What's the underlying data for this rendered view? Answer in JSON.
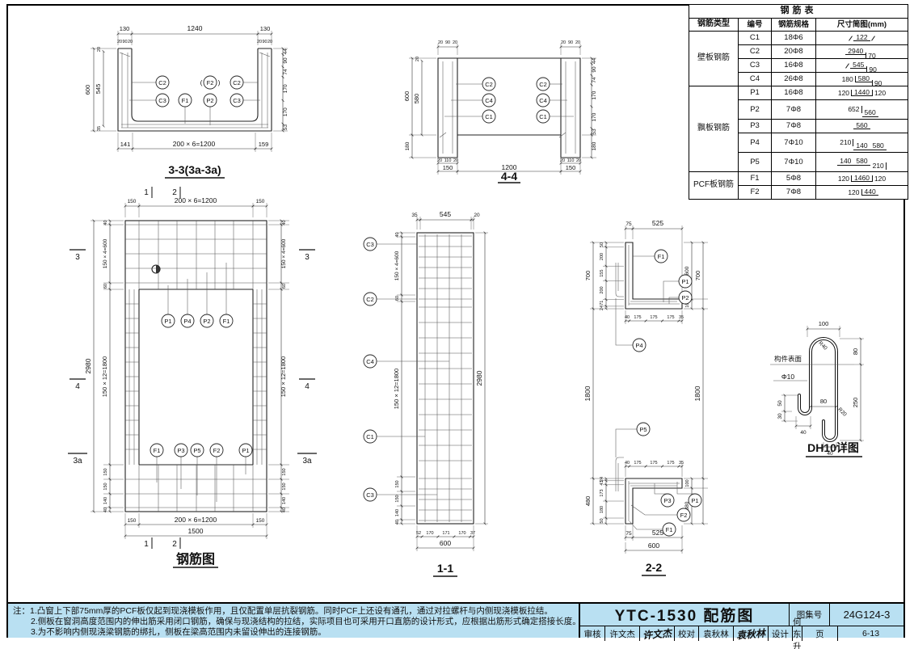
{
  "page": {
    "background": "#ffffff",
    "note_band_color": "#b9e0f2",
    "line_color": "#111111"
  },
  "table": {
    "title": "钢筋表",
    "headers": {
      "type": "钢筋类型",
      "id": "编号",
      "spec": "钢筋规格",
      "sketch": "尺寸简图(mm)"
    },
    "groups": [
      {
        "type": "壁板钢筋",
        "rows": [
          {
            "id": "C1",
            "spec": "18Φ6",
            "d": [
              "122"
            ]
          },
          {
            "id": "C2",
            "spec": "20Φ8",
            "d": [
              "2940",
              "70"
            ]
          },
          {
            "id": "C3",
            "spec": "16Φ8",
            "d": [
              "545",
              "90"
            ]
          },
          {
            "id": "C4",
            "spec": "26Φ8",
            "d": [
              "180",
              "580",
              "90"
            ]
          }
        ]
      },
      {
        "type": "飘板钢筋",
        "rows": [
          {
            "id": "P1",
            "spec": "16Φ8",
            "d": [
              "120",
              "1440",
              "120"
            ]
          },
          {
            "id": "P2",
            "spec": "7Φ8",
            "d": [
              "652",
              "560"
            ]
          },
          {
            "id": "P3",
            "spec": "7Φ8",
            "d": [
              "560"
            ]
          },
          {
            "id": "P4",
            "spec": "7Φ10",
            "d": [
              "210",
              "140",
              "580"
            ]
          },
          {
            "id": "P5",
            "spec": "7Φ10",
            "d": [
              "140",
              "580",
              "210"
            ]
          }
        ]
      },
      {
        "type": "PCF板钢筋",
        "rows": [
          {
            "id": "F1",
            "spec": "5Φ8",
            "d": [
              "120",
              "1460",
              "120"
            ]
          },
          {
            "id": "F2",
            "spec": "7Φ8",
            "d": [
              "120",
              "440"
            ]
          }
        ]
      }
    ]
  },
  "s33": {
    "title": "3-3(3a-3a)",
    "top": [
      "130",
      "1240",
      "130"
    ],
    "tiny": [
      "20",
      "90",
      "20"
    ],
    "left": [
      "600",
      "545",
      "20",
      "35"
    ],
    "right": [
      "44",
      "90",
      "74",
      "170",
      "170",
      "53"
    ],
    "bottom": [
      "141",
      "200 × 6=1200",
      "159"
    ],
    "labels": [
      "C2",
      "C3",
      "F1",
      "F2",
      "P2",
      "C2",
      "C3"
    ],
    "parens": [
      "(",
      ")"
    ]
  },
  "s44": {
    "title": "4-4",
    "tiny": [
      "20",
      "90",
      "20"
    ],
    "left": [
      "600",
      "580",
      "20",
      "180"
    ],
    "right": [
      "44",
      "90",
      "74",
      "170",
      "170",
      "53",
      "180"
    ],
    "btiny": [
      "20",
      "110",
      "20"
    ],
    "bottom": [
      "150",
      "1200",
      "150"
    ],
    "labels": [
      "C2",
      "C4",
      "C1"
    ]
  },
  "plan": {
    "title": "钢筋图",
    "top": [
      "150",
      "200 × 6=1200",
      "150"
    ],
    "bottom": [
      "150",
      "200 × 6=1200",
      "150",
      "1500"
    ],
    "left": [
      "40",
      "150 × 4=600",
      "60",
      "150 × 12=1800",
      "150",
      "150",
      "140",
      "40"
    ],
    "total": "2980",
    "marks": {
      "m1": "1",
      "m2": "2",
      "m3": "3",
      "m4": "4",
      "m3a": "3a"
    },
    "top_labels": [
      "P1",
      "P4",
      "P2",
      "F1"
    ],
    "bottom_labels": [
      "F1",
      "P3",
      "P5",
      "F2",
      "P1"
    ]
  },
  "s11": {
    "title": "1-1",
    "top": [
      "35",
      "545",
      "20"
    ],
    "left": [
      "40",
      "150 × 4=600",
      "60",
      "150 × 12=1800",
      "150",
      "150",
      "140",
      "40"
    ],
    "total": "2980",
    "bottom": [
      "52",
      "170",
      "171",
      "170",
      "37",
      "600"
    ],
    "labels": [
      "C3",
      "C2",
      "C4",
      "C1",
      "C3"
    ]
  },
  "s22": {
    "title": "2-2",
    "top": [
      "75",
      "525"
    ],
    "ls_top": [
      "50",
      "200",
      "155",
      "200",
      "71",
      "24"
    ],
    "l700": "700",
    "r600": "600",
    "r100": "100",
    "sub": [
      "40",
      "175",
      "175",
      "175",
      "35"
    ],
    "top_labels": [
      "F1",
      "P1",
      "P2",
      "P4"
    ],
    "d1800": "1800",
    "ls_bot": [
      "24",
      "43",
      "173",
      "180",
      "50"
    ],
    "l480": "480",
    "rb100": "100",
    "r380": "380",
    "bot_labels": [
      "P5",
      "P3",
      "P1",
      "F2",
      "F1"
    ],
    "bottom": [
      "75",
      "525",
      "600"
    ]
  },
  "dh10": {
    "title": "DH10详图",
    "surface": "构件表面",
    "dia": "Φ10",
    "r_top": "R40",
    "r_bot": "R20",
    "d100": "100",
    "d80a": "80",
    "d250": "250",
    "d80b": "80",
    "d50": "50",
    "d30": "30",
    "d40a": "40",
    "d40b": "40"
  },
  "notes": {
    "prefix": "注：",
    "lines": [
      "1.凸窗上下部75mm厚的PCF板仅起到现浇模板作用，且仅配置单层抗裂钢筋。同时PCF上还设有通孔，通过对拉螺杆与内侧现浇模板拉结。",
      "2.侧板在窗洞高度范围内的伸出筋采用闭口钢筋，确保与现浇结构的拉结，实际项目也可采用开口直筋的设计形式，应根据出筋形式确定搭接长度。",
      "3.为不影响内侧现浇梁钢筋的绑扎，侧板在梁高范围内未留设伸出的连接钢筋。"
    ]
  },
  "titleblock": {
    "drawing_title": "YTC-1530 配筋图",
    "atlas_label": "图集号",
    "atlas_no": "24G124-3",
    "page_label": "页",
    "page_no": "6-13",
    "review_label": "审核",
    "reviewer": "许文杰",
    "reviewer_sig": "许文杰",
    "check_label": "校对",
    "checker": "袁秋林",
    "checker_sig": "袁秋林",
    "design_label": "设计",
    "designer": "何东升",
    "designer_sig": "何东升"
  }
}
